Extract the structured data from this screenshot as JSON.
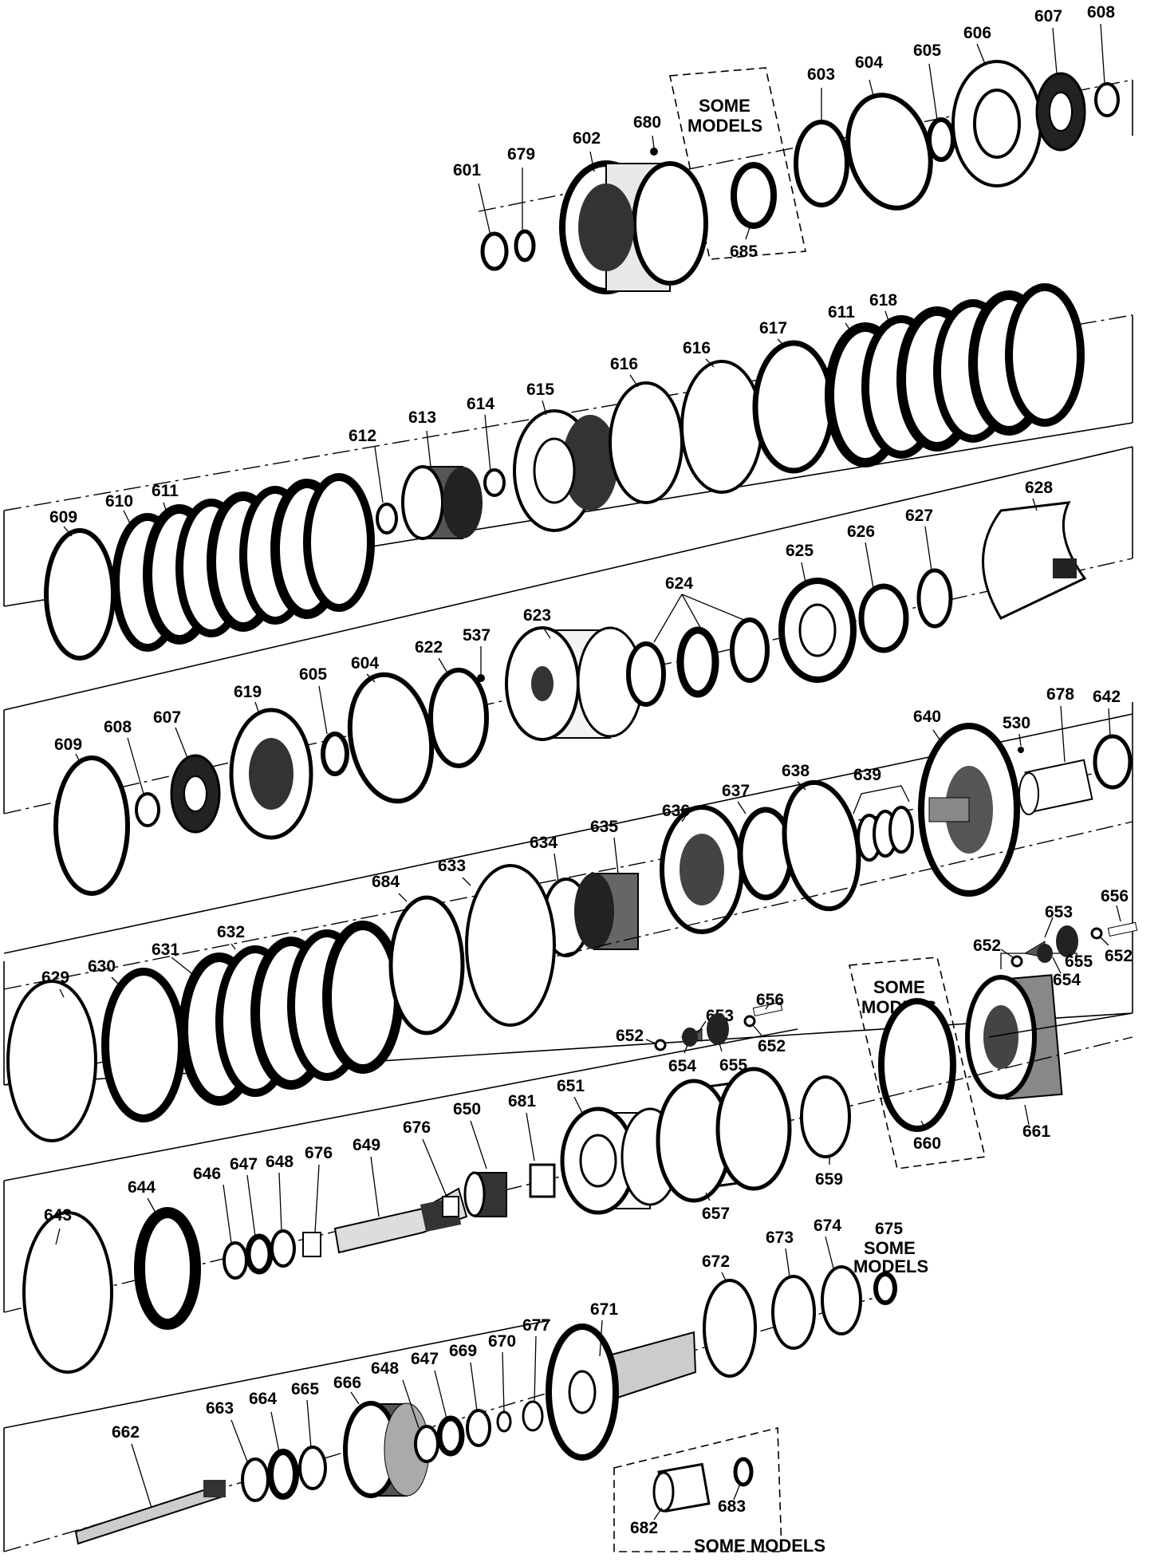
{
  "notes": {
    "some_models": "SOME MODELS",
    "some_line1": "SOME",
    "some_line2": "MODELS",
    "n675": "675"
  },
  "rows": [
    {
      "id": "row1",
      "labels": [
        "601",
        "679",
        "602",
        "680",
        "685",
        "603",
        "604",
        "605",
        "606",
        "607",
        "608"
      ]
    },
    {
      "id": "row2",
      "labels": [
        "609",
        "610",
        "611",
        "612",
        "613",
        "614",
        "615",
        "616",
        "616",
        "617",
        "611",
        "618"
      ]
    },
    {
      "id": "row3",
      "labels": [
        "609",
        "608",
        "607",
        "619",
        "605",
        "604",
        "622",
        "537",
        "623",
        "624",
        "625",
        "626",
        "627",
        "628"
      ]
    },
    {
      "id": "row4",
      "labels": [
        "634",
        "635",
        "636",
        "637",
        "638",
        "639",
        "640",
        "530",
        "678",
        "642"
      ]
    },
    {
      "id": "row5",
      "labels": [
        "629",
        "630",
        "631",
        "632",
        "684",
        "633",
        "652",
        "653",
        "656",
        "654",
        "655",
        "652",
        "660",
        "661"
      ]
    },
    {
      "id": "row6",
      "labels": [
        "643",
        "644",
        "646",
        "647",
        "648",
        "676",
        "649",
        "676",
        "650",
        "681",
        "651",
        "657",
        "659",
        "653",
        "656",
        "652",
        "654",
        "655",
        "652"
      ]
    },
    {
      "id": "row7",
      "labels": [
        "662",
        "663",
        "664",
        "665",
        "666",
        "648",
        "647",
        "669",
        "670",
        "677",
        "671",
        "672",
        "673",
        "674",
        "682",
        "683"
      ]
    }
  ]
}
